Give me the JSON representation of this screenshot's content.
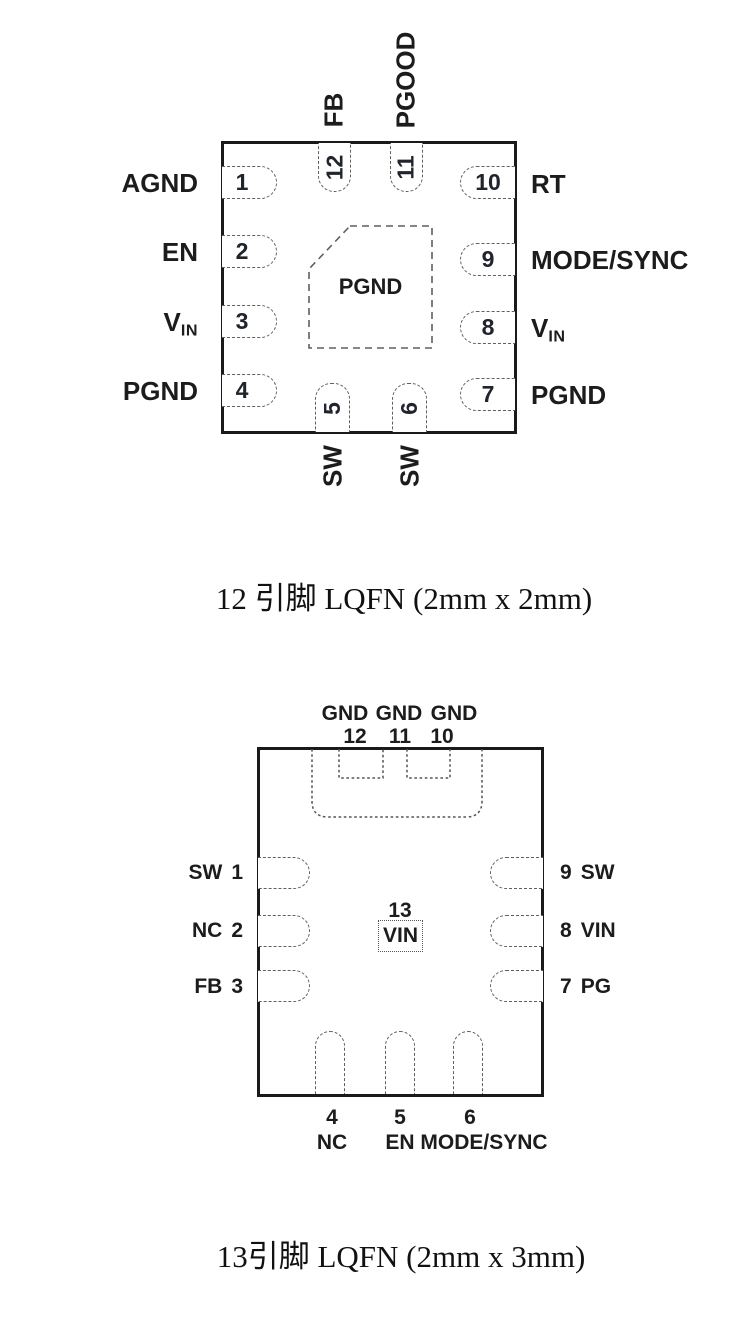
{
  "colors": {
    "background": "#ffffff",
    "ink": "#1c1c1c",
    "dash": "#5f5f5f",
    "outline": "#1a1a1a"
  },
  "diagram1": {
    "caption": "12 引脚 LQFN (2mm x 2mm)",
    "pad_label": "PGND",
    "left_pins": [
      {
        "num": "1",
        "label": "AGND"
      },
      {
        "num": "2",
        "label": "EN"
      },
      {
        "num": "3",
        "label": "V",
        "sub": "IN"
      },
      {
        "num": "4",
        "label": "PGND"
      }
    ],
    "right_pins": [
      {
        "num": "10",
        "label": "RT"
      },
      {
        "num": "9",
        "label": "MODE/SYNC"
      },
      {
        "num": "8",
        "label": "V",
        "sub": "IN"
      },
      {
        "num": "7",
        "label": "PGND"
      }
    ],
    "top_pins": [
      {
        "num": "12",
        "label": "FB"
      },
      {
        "num": "11",
        "label": "PGOOD"
      }
    ],
    "bottom_pins": [
      {
        "num": "5",
        "label": "SW"
      },
      {
        "num": "6",
        "label": "SW"
      }
    ]
  },
  "diagram2": {
    "caption": "13引脚 LQFN (2mm x 3mm)",
    "top_pins": [
      {
        "num": "12",
        "label": "GND"
      },
      {
        "num": "11",
        "label": "GND"
      },
      {
        "num": "10",
        "label": "GND"
      }
    ],
    "left_pins": [
      {
        "num": "1",
        "label": "SW"
      },
      {
        "num": "2",
        "label": "NC"
      },
      {
        "num": "3",
        "label": "FB"
      }
    ],
    "right_pins": [
      {
        "num": "9",
        "label": "SW"
      },
      {
        "num": "8",
        "label": "VIN"
      },
      {
        "num": "7",
        "label": "PG"
      }
    ],
    "bottom_pins": [
      {
        "num": "4",
        "label": "NC"
      },
      {
        "num": "5",
        "label": "EN"
      },
      {
        "num": "6",
        "label": "MODE/SYNC"
      }
    ],
    "center_pad": {
      "num": "13",
      "label": "VIN"
    }
  }
}
